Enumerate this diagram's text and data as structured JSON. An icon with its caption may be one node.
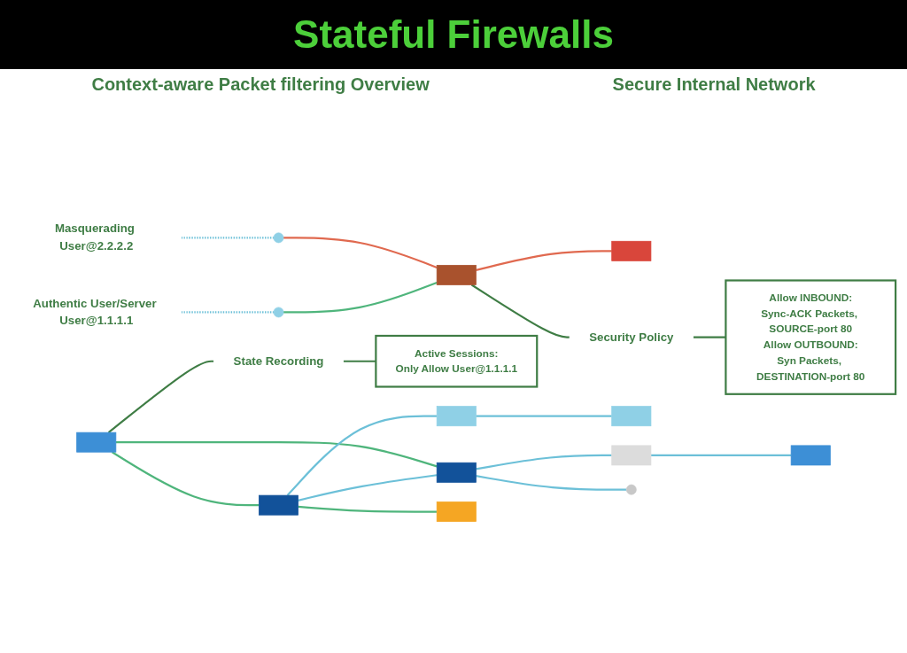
{
  "diagram": {
    "title": "Stateful Firewalls",
    "nodes": [
      {
        "text": [
          "Masquerading User@2.2.2.2"
        ]
      },
      {
        "text": [],
        "shape": "circle"
      },
      {
        "text": [
          "Authentic User/Server User@1.1.1.1"
        ]
      },
      {
        "text": [],
        "shape": "circle"
      },
      {
        "text": [],
        "shape": "box"
      },
      {
        "text": [
          "Active Sessions:",
          "Only Allow User@1.1.1.1"
        ]
      },
      {
        "text": [
          "State Recording"
        ]
      },
      {
        "text": [],
        "shape": "box"
      },
      {
        "text": [],
        "shape": "box"
      },
      {
        "text": [
          "Security Policy"
        ]
      },
      {
        "text": [
          "Allow INBOUND:",
          "Sync-ACK Packets, SOURCE-port 80",
          "Allow OUTBOUND:",
          "Syn Packets, DESTINATION-port 80"
        ]
      },
      {
        "text": [],
        "shape": "box"
      },
      {
        "text": [],
        "shape": "box"
      },
      {
        "text": [],
        "shape": "box"
      },
      {
        "text": [],
        "shape": "box"
      },
      {
        "text": [],
        "shape": "box"
      },
      {
        "text": [],
        "shape": "box"
      },
      {
        "text": [],
        "shape": "box"
      },
      {
        "text": [],
        "shape": "circle"
      }
    ],
    "edges": [
      {
        "from": 0,
        "to": 1,
        "arrow": "none",
        "style": "dashed"
      },
      {
        "from": 1,
        "to": 4,
        "arrow": "none",
        "color": "#e0694f"
      },
      {
        "from": 2,
        "to": 3,
        "arrow": "none",
        "style": "dashed"
      },
      {
        "from": 3,
        "to": 4,
        "arrow": "none",
        "color": "#4fb57c"
      },
      {
        "from": 4,
        "to": 8,
        "arrow": "none",
        "color": "#e0694f"
      },
      {
        "from": 7,
        "to": 6,
        "arrow": "none",
        "color": "#3f7d45"
      },
      {
        "from": 6,
        "to": 5,
        "arrow": "none",
        "color": "#3f7d45"
      },
      {
        "from": 4,
        "to": 9,
        "arrow": "none",
        "color": "#3f7d45"
      },
      {
        "from": 9,
        "to": 10,
        "arrow": "none",
        "color": "#3f7d45"
      },
      {
        "from": 7,
        "to": 11,
        "arrow": "none",
        "color": "#4fb57c"
      },
      {
        "from": 7,
        "to": 12,
        "arrow": "none",
        "color": "#4fb57c"
      },
      {
        "from": 11,
        "to": 12,
        "arrow": "none"
      },
      {
        "from": 11,
        "to": 13,
        "arrow": "none"
      },
      {
        "from": 11,
        "to": 15,
        "arrow": "none",
        "color": "#4fb57c"
      },
      {
        "from": 13,
        "to": 14,
        "arrow": "none"
      },
      {
        "from": 12,
        "to": 16,
        "arrow": "none"
      },
      {
        "from": 16,
        "to": 17,
        "arrow": "none"
      },
      {
        "from": 12,
        "to": 18,
        "arrow": "none"
      }
    ],
    "labels": [
      "Context-aware Packet filtering Overview",
      "Secure Internal Network"
    ]
  }
}
